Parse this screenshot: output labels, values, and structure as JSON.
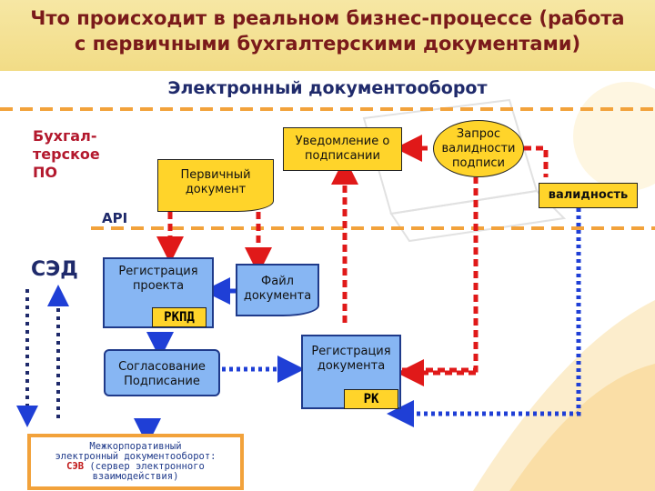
{
  "header": {
    "title_line1": "Что происходит в реальном бизнес-процессе (работа",
    "title_line2": "с первичными бухгалтерскими документами)",
    "subtitle": "Электронный документооборот"
  },
  "labels": {
    "buh_po": [
      "Бухгал-",
      "терское",
      "ПО"
    ],
    "api": "API",
    "sed": "СЭД",
    "validnost": "валидность"
  },
  "nodes": {
    "primary_doc": [
      "Первичный",
      "документ"
    ],
    "notification": [
      "Уведомление о",
      "подписании"
    ],
    "validity_request": [
      "Запрос",
      "валидности",
      "подписи"
    ],
    "project_registration": [
      "Регистрация",
      "проекта"
    ],
    "rkpd": "РКПД",
    "doc_file": [
      "Файл",
      "документа"
    ],
    "approval": [
      "Согласование",
      "Подписание"
    ],
    "doc_registration": [
      "Регистрация",
      "документа"
    ],
    "rk": "РК"
  },
  "bottom_box": {
    "line1": "Межкорпоративный",
    "line2": "электронный документооборот:",
    "sev": "СЭВ",
    "line3_rest": " (сервер электронного",
    "line4": "взаимодействия)"
  },
  "colors": {
    "title": "#7a1a1a",
    "subtitle": "#1f2a6b",
    "yellow_box": "#ffd42a",
    "blue_box": "#87b6f3",
    "red_arrow": "#e01919",
    "blue_arrow": "#1f3fd6"
  }
}
